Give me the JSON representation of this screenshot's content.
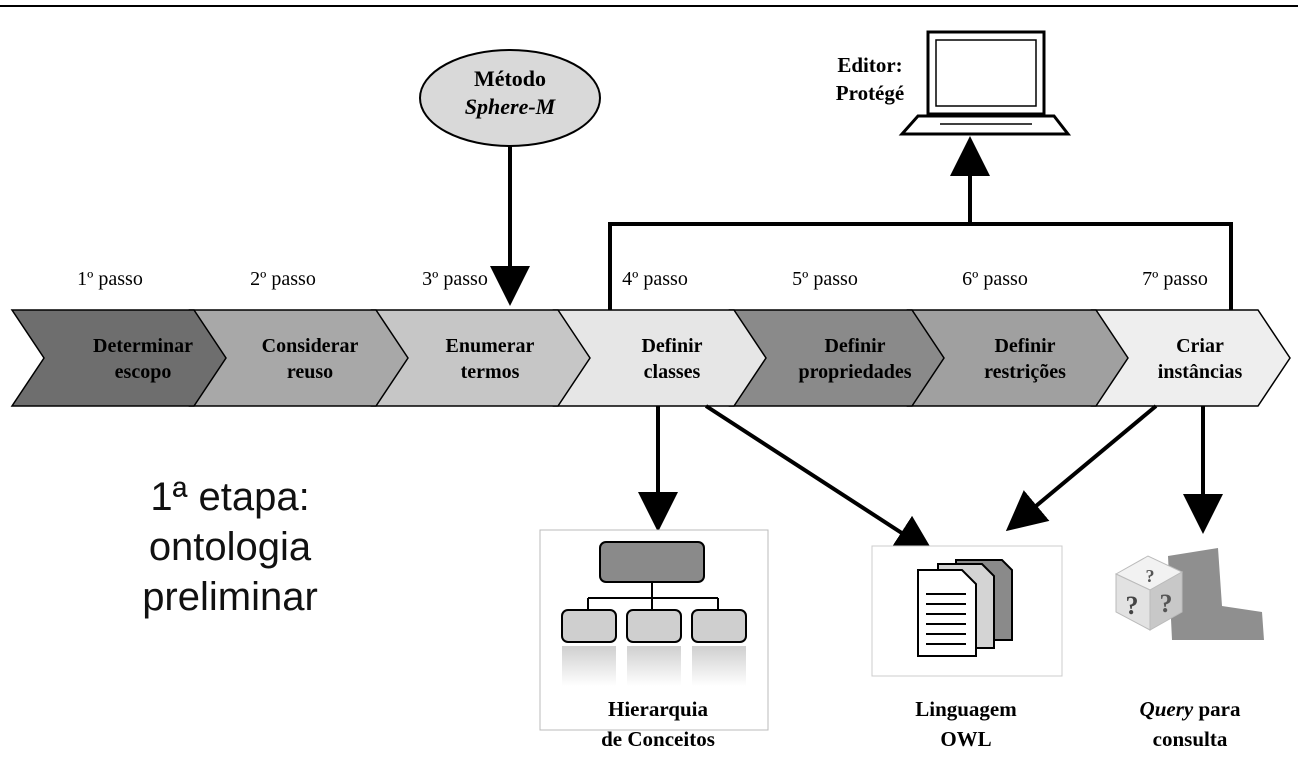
{
  "method": {
    "line1": "Método",
    "line2": "Sphere-M"
  },
  "editor": {
    "line1": "Editor:",
    "line2": "Protégé"
  },
  "steps": [
    {
      "step": "1º passo",
      "line1": "Determinar",
      "line2": "escopo",
      "fill": "#6e6e6e"
    },
    {
      "step": "2º passo",
      "line1": "Considerar",
      "line2": "reuso",
      "fill": "#a8a8a8"
    },
    {
      "step": "3º passo",
      "line1": "Enumerar",
      "line2": "termos",
      "fill": "#c6c6c6"
    },
    {
      "step": "4º passo",
      "line1": "Definir",
      "line2": "classes",
      "fill": "#e6e6e6"
    },
    {
      "step": "5º passo",
      "line1": "Definir",
      "line2": "propriedades",
      "fill": "#8a8a8a"
    },
    {
      "step": "6º passo",
      "line1": "Definir",
      "line2": "restrições",
      "fill": "#a0a0a0"
    },
    {
      "step": "7º passo",
      "line1": "Criar",
      "line2": "instâncias",
      "fill": "#eeeeee"
    }
  ],
  "stage": {
    "line1": "1ª etapa:",
    "line2": "ontologia",
    "line3": "preliminar"
  },
  "outputs": {
    "hierarchy": {
      "line1": "Hierarquia",
      "line2": "de Conceitos"
    },
    "owl": {
      "line1": "Linguagem",
      "line2": "OWL"
    },
    "query": {
      "line1_em": "Query",
      "line1_rest": " para",
      "line2": "consulta"
    },
    "query_icon": "question-mark-cube-icon",
    "owl_icon": "document-stack-icon",
    "hierarchy_icon": "hierarchy-tree-icon",
    "editor_icon": "laptop-icon"
  }
}
